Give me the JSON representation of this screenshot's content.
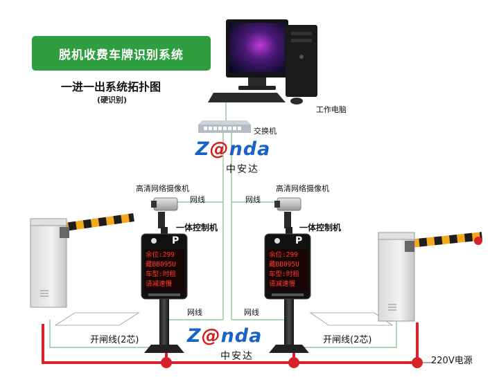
{
  "diagram": {
    "title": "脱机收费车牌识别系统",
    "subtitle": "一进一出系统拓扑图",
    "subnote": "(硬识别)",
    "labels": {
      "computer": "工作电脑",
      "switch": "交换机",
      "camera_left": "高清网络摄像机",
      "camera_right": "高清网络摄像机",
      "controller_left": "一体控制机",
      "controller_right": "一体控制机",
      "net_cam_left": "网线",
      "net_cam_right": "网线",
      "net_ctrl_left": "网线",
      "net_ctrl_right": "网线",
      "gate_line_left": "开闸线(2芯)",
      "gate_line_right": "开闸线(2芯)",
      "power": "220V电源"
    },
    "brand": {
      "pre": "Z",
      "at": "@",
      "post": "nda",
      "cn": "中安达"
    },
    "display": {
      "badge": "P",
      "lines": [
        "余位:299",
        "藏BB095U",
        "车型:时租",
        "请减速慢"
      ]
    },
    "colors": {
      "banner": "#2e9e3e",
      "power_line": "#d9232a",
      "network_line": "#8ec89a",
      "gate_stripe": "#f5a81c",
      "led_text": "#ff3b2f",
      "brand_blue": "#1a62c8",
      "brand_red": "#d41e1e"
    }
  }
}
